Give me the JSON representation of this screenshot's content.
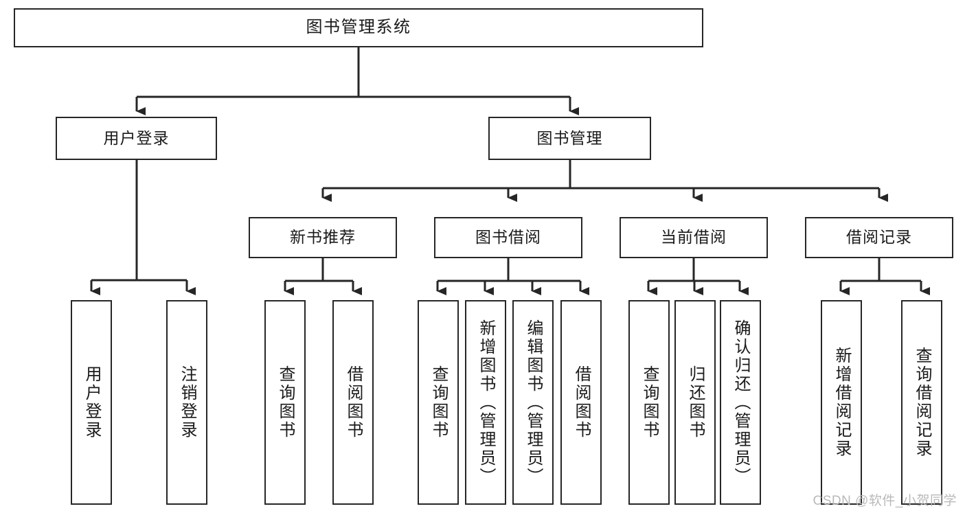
{
  "diagram": {
    "type": "tree",
    "title": "图书管理系统",
    "orientation": "top-down",
    "colors": {
      "box_border": "#262626",
      "box_fill": "#ffffff",
      "connector": "#262626",
      "text": "#1a1a1a",
      "watermark": "#b9b9b9",
      "background": "#ffffff"
    },
    "root": {
      "label": "图书管理系统"
    },
    "level2": [
      {
        "label": "用户登录"
      },
      {
        "label": "图书管理"
      }
    ],
    "level3": [
      {
        "label": "新书推荐"
      },
      {
        "label": "图书借阅"
      },
      {
        "label": "当前借阅"
      },
      {
        "label": "借阅记录"
      }
    ],
    "leaves": {
      "user_login": [
        {
          "label": "用户登录"
        },
        {
          "label": "注销登录"
        }
      ],
      "new_book": [
        {
          "label": "查询图书"
        },
        {
          "label": "借阅图书"
        }
      ],
      "book_borrow": [
        {
          "label": "查询图书"
        },
        {
          "label": "新增图书（管理员）"
        },
        {
          "label": "编辑图书（管理员）"
        },
        {
          "label": "借阅图书"
        }
      ],
      "current_borrow": [
        {
          "label": "查询图书"
        },
        {
          "label": "归还图书"
        },
        {
          "label": "确认归还（管理员）"
        }
      ],
      "borrow_record": [
        {
          "label": "新增借阅记录"
        },
        {
          "label": "查询借阅记录"
        }
      ]
    },
    "watermark": "CSDN @软件_小贺同学"
  }
}
